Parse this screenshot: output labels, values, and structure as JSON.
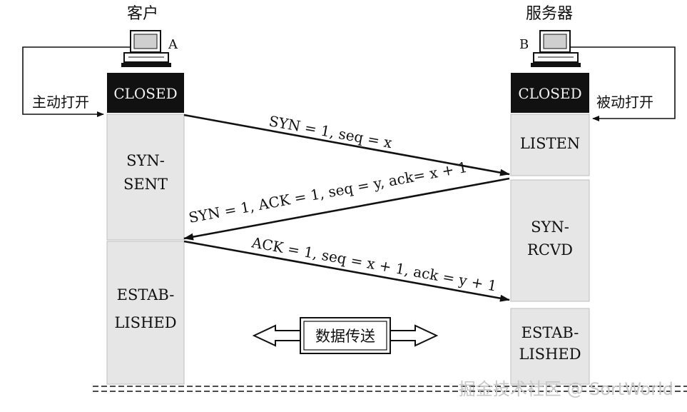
{
  "client": {
    "title": "客户",
    "host_label": "A",
    "action_label": "主动打开",
    "closed_state": "CLOSED",
    "states": [
      {
        "lines": [
          "SYN-",
          "SENT"
        ]
      },
      {
        "lines": [
          "ESTAB-",
          "LISHED"
        ]
      }
    ]
  },
  "server": {
    "title": "服务器",
    "host_label": "B",
    "action_label": "被动打开",
    "closed_state": "CLOSED",
    "states": [
      {
        "lines": [
          "LISTEN"
        ]
      },
      {
        "lines": [
          "SYN-",
          "RCVD"
        ]
      },
      {
        "lines": [
          "ESTAB-",
          "LISHED"
        ]
      }
    ]
  },
  "messages": [
    {
      "text": "SYN = 1, seq = x"
    },
    {
      "text": "SYN = 1, ACK = 1, seq = y, ack= x + 1"
    },
    {
      "text": "ACK = 1, seq = x + 1, ack = y + 1"
    }
  ],
  "data_transfer_label": "数据传送",
  "watermark": "掘金技术社区 @ SortWorld",
  "colors": {
    "column_fill": "#e6e6e6",
    "closed_fill": "#111111",
    "ink": "#111111"
  }
}
